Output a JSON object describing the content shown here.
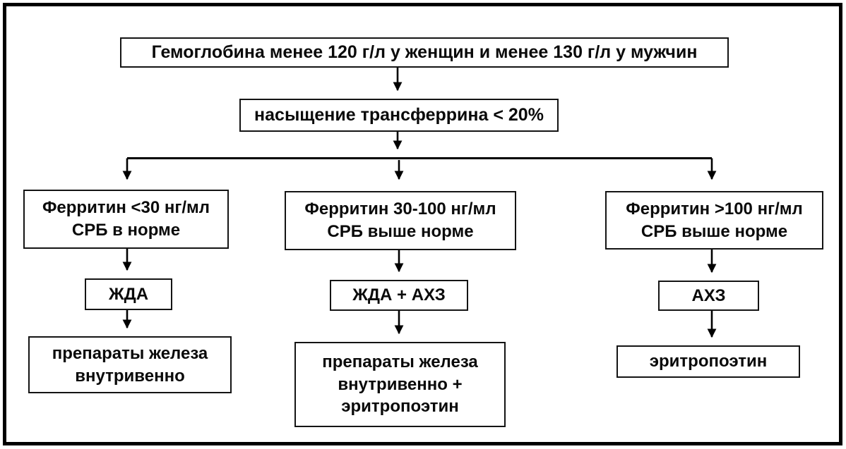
{
  "diagram": {
    "type": "flowchart",
    "language": "ru",
    "colors": {
      "line": "#000000",
      "box_border": "#141414",
      "text": "#0a0a0a",
      "background": "#ffffff"
    },
    "nodes": {
      "hemoglobin": {
        "text": "Гемоглобина менее 120 г/л у женщин и менее 130 г/л у мужчин"
      },
      "transferrin": {
        "text": "насыщение трансферрина < 20%"
      },
      "ferritin_low": {
        "text": "Ферритин <30 нг/мл\nСРБ в норме"
      },
      "ferritin_mid": {
        "text": "Ферритин 30-100 нг/мл\nСРБ выше норме"
      },
      "ferritin_high": {
        "text": "Ферритин >100 нг/мл\nСРБ выше норме"
      },
      "dx_ida": {
        "text": "ЖДА"
      },
      "dx_ida_acd": {
        "text": "ЖДА + АХЗ"
      },
      "dx_acd": {
        "text": "АХЗ"
      },
      "tx_iron_iv": {
        "text": "препараты железа\nвнутривенно"
      },
      "tx_iron_iv_epo": {
        "text": "препараты железа\nвнутривенно +\nэритропоэтин"
      },
      "tx_epo": {
        "text": "эритропоэтин"
      }
    },
    "edges": [
      {
        "from": "hemoglobin",
        "to": "transferrin"
      },
      {
        "from": "transferrin",
        "to": "ferritin_low"
      },
      {
        "from": "transferrin",
        "to": "ferritin_mid"
      },
      {
        "from": "transferrin",
        "to": "ferritin_high"
      },
      {
        "from": "ferritin_low",
        "to": "dx_ida"
      },
      {
        "from": "ferritin_mid",
        "to": "dx_ida_acd"
      },
      {
        "from": "ferritin_high",
        "to": "dx_acd"
      },
      {
        "from": "dx_ida",
        "to": "tx_iron_iv"
      },
      {
        "from": "dx_ida_acd",
        "to": "tx_iron_iv_epo"
      },
      {
        "from": "dx_acd",
        "to": "tx_epo"
      }
    ]
  }
}
